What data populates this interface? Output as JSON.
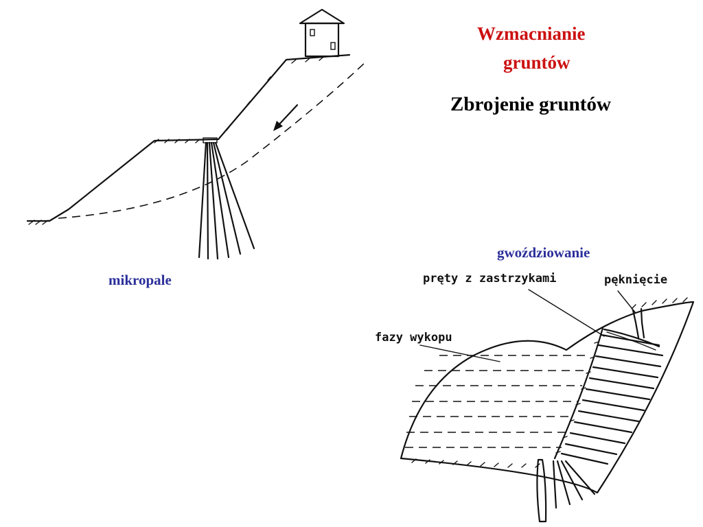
{
  "title": {
    "line1": "Wzmacnianie",
    "line2": "gruntów",
    "subtitle": "Zbrojenie gruntów"
  },
  "labels": {
    "micropiles": "mikropale",
    "soil_nailing": "gwoździowanie",
    "grouted_bars": "pręty z zastrzykami",
    "crack": "pęknięcie",
    "excavation_phases": "fazy wykopu"
  },
  "colors": {
    "title_red": "#cc1111",
    "label_blue": "#2b2f9a",
    "ink": "#111111"
  }
}
